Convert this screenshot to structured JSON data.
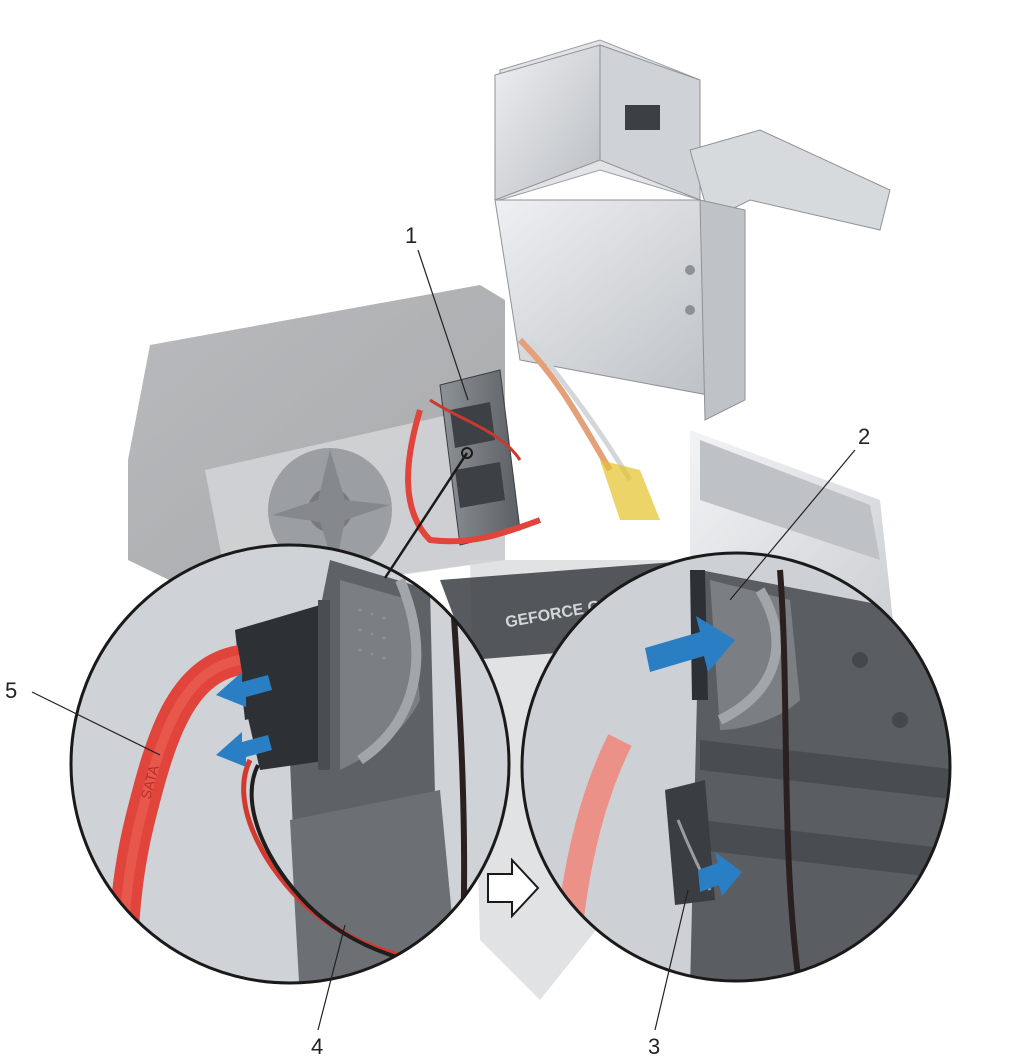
{
  "figure": {
    "description_free": true,
    "callouts": [
      {
        "id": "1",
        "label": "1"
      },
      {
        "id": "2",
        "label": "2"
      },
      {
        "id": "3",
        "label": "3"
      },
      {
        "id": "4",
        "label": "4"
      },
      {
        "id": "5",
        "label": "5"
      }
    ],
    "gpu_text": "GEFORCE GTX",
    "cable_text": "SATA",
    "colors": {
      "arrow_blue": "#2a7fc4",
      "cable_red": "#e0443a",
      "metal_light": "#d4d7da",
      "metal_dark": "#6a6e73",
      "case_dark": "#3a3d42",
      "callout_line": "#222222"
    },
    "icons": [
      "directional-arrow-icon",
      "push-arrow-icon",
      "transition-arrow-icon"
    ]
  }
}
